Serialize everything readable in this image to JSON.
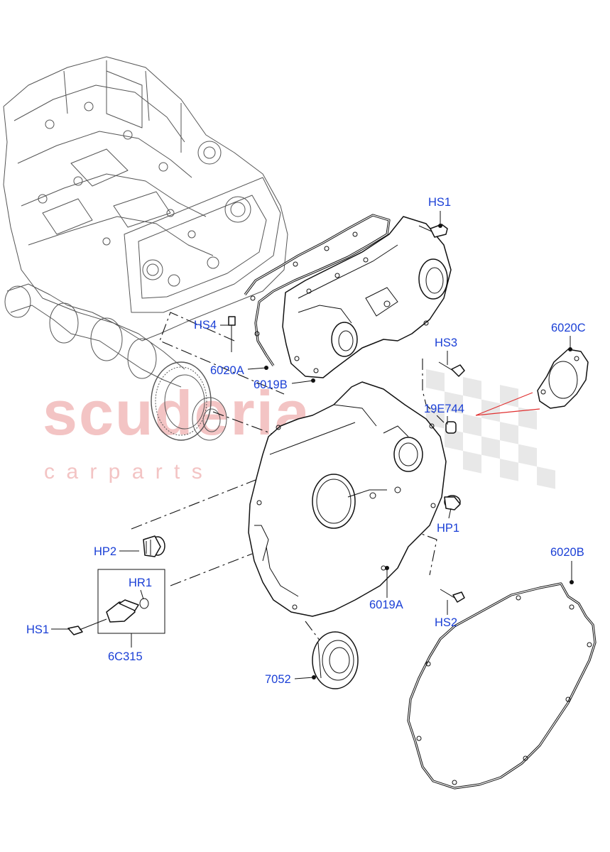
{
  "watermark": {
    "brand": "scuderia",
    "tagline": "c a r   p a r t s",
    "color": "#f3c4c4"
  },
  "callouts": [
    {
      "id": "HS1_top",
      "text": "HS1"
    },
    {
      "id": "HS4",
      "text": "HS4"
    },
    {
      "id": "6020A",
      "text": "6020A"
    },
    {
      "id": "6019B",
      "text": "6019B"
    },
    {
      "id": "HS3",
      "text": "HS3"
    },
    {
      "id": "6020C",
      "text": "6020C"
    },
    {
      "id": "19E744",
      "text": "19E744"
    },
    {
      "id": "HP1",
      "text": "HP1"
    },
    {
      "id": "HP2",
      "text": "HP2"
    },
    {
      "id": "HR1",
      "text": "HR1"
    },
    {
      "id": "HS1_left",
      "text": "HS1"
    },
    {
      "id": "6C315",
      "text": "6C315"
    },
    {
      "id": "6019A",
      "text": "6019A"
    },
    {
      "id": "HS2",
      "text": "HS2"
    },
    {
      "id": "6020B",
      "text": "6020B"
    },
    {
      "id": "7052",
      "text": "7052"
    }
  ],
  "colors": {
    "callout_text": "#1a3fd6",
    "line": "#111111",
    "engine_line": "#555555",
    "leader_red": "#e03030"
  }
}
